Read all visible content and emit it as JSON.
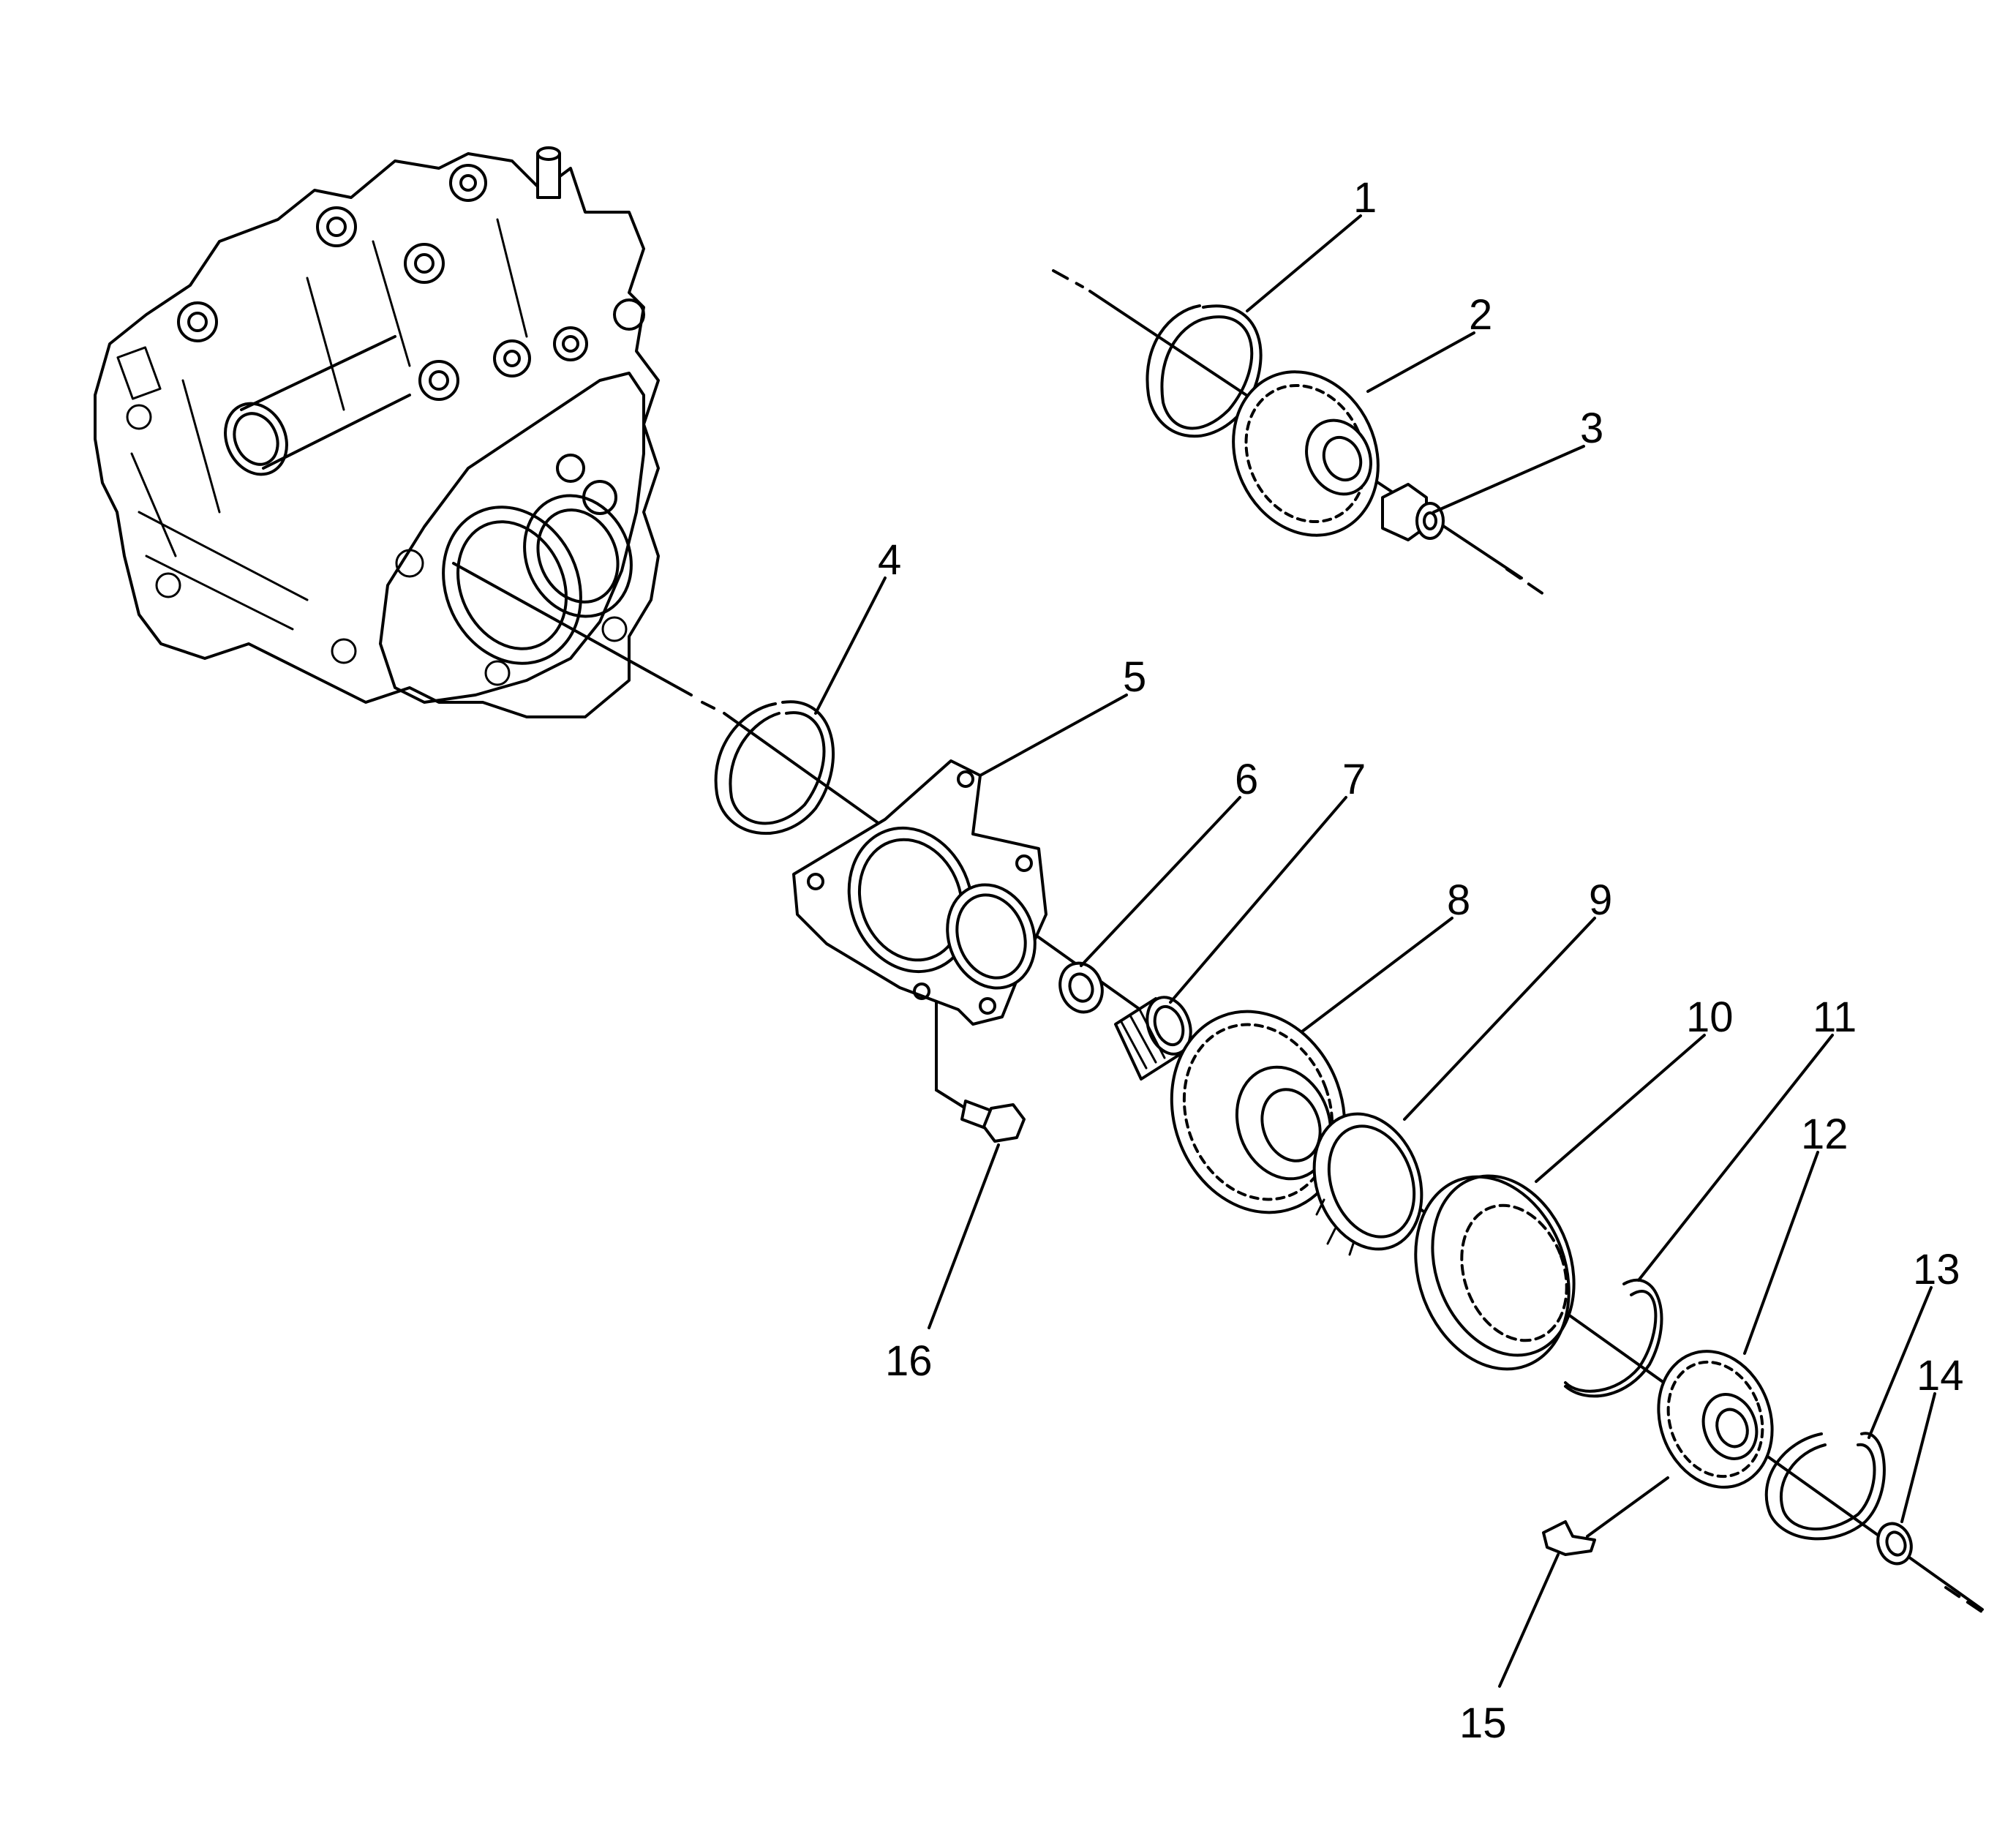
{
  "diagram": {
    "callouts": [
      {
        "id": "1",
        "text": "1"
      },
      {
        "id": "2",
        "text": "2"
      },
      {
        "id": "3",
        "text": "3"
      },
      {
        "id": "4",
        "text": "4"
      },
      {
        "id": "5",
        "text": "5"
      },
      {
        "id": "6",
        "text": "6"
      },
      {
        "id": "7",
        "text": "7"
      },
      {
        "id": "8",
        "text": "8"
      },
      {
        "id": "9",
        "text": "9"
      },
      {
        "id": "10",
        "text": "10"
      },
      {
        "id": "11",
        "text": "11"
      },
      {
        "id": "12",
        "text": "12"
      },
      {
        "id": "13",
        "text": "13"
      },
      {
        "id": "14",
        "text": "14"
      },
      {
        "id": "15",
        "text": "15"
      },
      {
        "id": "16",
        "text": "16"
      }
    ]
  }
}
